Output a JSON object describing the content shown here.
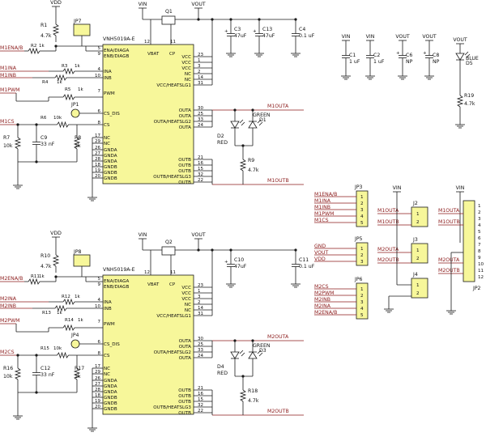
{
  "nets": {
    "vdd": "VDD",
    "vin": "VIN",
    "vout": "VOUT",
    "m1ena": "M1ENA/B",
    "m1ina": "M1INA",
    "m1inb": "M1INB",
    "m1pwm": "M1PWM",
    "m1cs": "M1CS",
    "m1outa": "M1OUTA",
    "m1outb": "M1OUTB",
    "m2ena": "M2ENA/B",
    "m2ina": "M2INA",
    "m2inb": "M2INB",
    "m2pwm": "M2PWM",
    "m2cs": "M2CS",
    "m2outa": "M2OUTA",
    "m2outb": "M2OUTB",
    "gnd": "GND"
  },
  "chip": {
    "part": "VNH5019A-E",
    "left_pins": [
      {
        "num": "5",
        "name": "ENA/DIAGA"
      },
      {
        "num": "9",
        "name": "ENB/DIAGB"
      },
      {
        "num": "4",
        "name": "INA"
      },
      {
        "num": "10",
        "name": "INB"
      },
      {
        "num": "7",
        "name": "PWM"
      },
      {
        "num": "6",
        "name": "CS_DIS"
      },
      {
        "num": "8",
        "name": "CS"
      },
      {
        "num": "17",
        "name": "NC"
      },
      {
        "num": "29",
        "name": "NC"
      },
      {
        "num": "26",
        "name": "GNDA"
      },
      {
        "num": "27",
        "name": "GNDA"
      },
      {
        "num": "28",
        "name": "GNDA"
      },
      {
        "num": "18",
        "name": "GNDB"
      },
      {
        "num": "19",
        "name": "GNDB"
      },
      {
        "num": "20",
        "name": "GNDB"
      }
    ],
    "top_pins": [
      {
        "num": "12",
        "name": "VBAT"
      },
      {
        "num": "11",
        "name": "CP"
      }
    ],
    "right_pins_power": [
      {
        "num": "23",
        "name": "VCC"
      },
      {
        "num": "1",
        "name": "VCC"
      },
      {
        "num": "3",
        "name": "VCC"
      },
      {
        "num": "2",
        "name": "NC"
      },
      {
        "num": "14",
        "name": "NC"
      },
      {
        "num": "31",
        "name": "VCC/HEATSLG1"
      }
    ],
    "right_pins_outa": [
      {
        "num": "30",
        "name": "OUTA"
      },
      {
        "num": "25",
        "name": "OUTA"
      },
      {
        "num": "33",
        "name": "OUTA/HEATSLG2"
      },
      {
        "num": "24",
        "name": "OUTA"
      }
    ],
    "right_pins_outb": [
      {
        "num": "21",
        "name": "OUTB"
      },
      {
        "num": "16",
        "name": "OUTB"
      },
      {
        "num": "15",
        "name": "OUTB"
      },
      {
        "num": "32",
        "name": "OUTB/HEATSLG3"
      },
      {
        "num": "22",
        "name": "OUTB"
      }
    ]
  },
  "motor1": {
    "q": "Q1",
    "jp": "JP7",
    "jpcs": "JP1",
    "r_en": "R1",
    "r_en_val": "4.7k",
    "r_en_ser": "R2",
    "r_en_ser_val": "1k",
    "r_ina": "R3",
    "r_inb": "R4",
    "r_pwm": "R5",
    "r_val": "1k",
    "r_cs": "R6",
    "r_cs_val": "10k",
    "r_csg": "R7",
    "r_csg_val": "10k",
    "c_cs": "C9",
    "c_cs_val": "33 nF",
    "r_pd": "R8",
    "r_pd_val": "1k",
    "c_a": "C3",
    "c_a_val": "47uF",
    "c_b": "C13",
    "c_b_val": "47uF",
    "c_c": "C4",
    "c_c_val": "0.1 uF",
    "d_red": "D2",
    "red": "RED",
    "d_green": "D1",
    "green": "GREEN",
    "r_led": "R9",
    "r_led_val": "4.7k"
  },
  "motor2": {
    "q": "Q2",
    "jp": "JP8",
    "jpcs": "JP4",
    "r_en": "R10",
    "r_en_val": "4.7k",
    "r_en_ser": "R11",
    "r_en_ser_val": "1k",
    "r_ina": "R12",
    "r_inb": "R13",
    "r_pwm": "R14",
    "r_val": "1k",
    "r_cs": "R15",
    "r_cs_val": "10k",
    "r_csg": "R16",
    "r_csg_val": "10k",
    "c_cs": "C12",
    "c_cs_val": "33 nF",
    "r_pd": "R17",
    "r_pd_val": "1k",
    "c_a": "C10",
    "c_a_val": "47uF",
    "c_b": "",
    "c_b_val": "",
    "c_c": "C11",
    "c_c_val": "0.1 uF",
    "d_red": "D4",
    "red": "RED",
    "d_green": "D3",
    "green": "GREEN",
    "r_led": "R18",
    "r_led_val": "4.7k"
  },
  "misc": {
    "c1": "C1",
    "c1_val": "1 uF",
    "c2": "C2",
    "c2_val": "1 uF",
    "c6": "C6",
    "c6_val": "NP",
    "c8": "C8",
    "c8_val": "NP",
    "d5": "D5",
    "d5_color": "BLUE",
    "r19": "R19",
    "r19_val": "4.7k"
  },
  "headers": {
    "jp3": {
      "ref": "JP3",
      "pins": [
        "M1ENA/B",
        "M1INA",
        "M1INB",
        "M1PWM",
        "M1CS"
      ]
    },
    "jp5": {
      "ref": "JP5",
      "pins": [
        "GND",
        "VOUT",
        "VDD"
      ]
    },
    "jp6": {
      "ref": "JP6",
      "pins": [
        "M2CS",
        "M2PWM",
        "M2INB",
        "M2INA",
        "M2ENA/B"
      ]
    },
    "j2": {
      "ref": "J2",
      "pins": [
        "M1OUTA",
        "M1OUTB"
      ]
    },
    "j3": {
      "ref": "J3",
      "pins": [
        "M2OUTA",
        "M2OUTB"
      ]
    },
    "j4": {
      "ref": "J4",
      "pins": [
        "VIN",
        "GND"
      ]
    },
    "jp2": {
      "ref": "JP2",
      "pins": [
        "M1OUTA",
        "M1OUTB",
        "M2OUTA",
        "M2OUTB"
      ],
      "numbers": [
        "1",
        "2",
        "3",
        "4",
        "5",
        "6",
        "7",
        "8",
        "9",
        "10",
        "11",
        "12"
      ]
    }
  }
}
